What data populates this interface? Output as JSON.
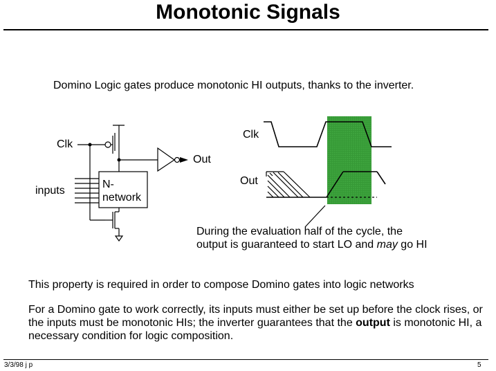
{
  "slide": {
    "title": "Monotonic Signals",
    "intro": "Domino Logic gates produce monotonic HI outputs, thanks to the inverter.",
    "circuit": {
      "clk_label": "Clk",
      "inputs_label": "inputs",
      "out_label": "Out",
      "nnetwork_line1": "N-",
      "nnetwork_line2": "network"
    },
    "waveform": {
      "clk_label": "Clk",
      "out_label": "Out",
      "highlight_color": "#3ea33e"
    },
    "annotation": {
      "line1": "During the evaluation half of the cycle, the",
      "line2_pre": "output is guaranteed to start LO and ",
      "line2_em": "may",
      "line2_post": " go HI"
    },
    "para1": "This property is required in order to compose Domino gates into logic networks",
    "para2": {
      "pre": "For a Domino gate to work correctly, its inputs must either be set up before the clock rises, or the inputs must be monotonic HIs; the inverter guarantees that the ",
      "bold": "output",
      "post": " is monotonic HI, a necessary condition for logic composition."
    },
    "footer": {
      "left": "3/3/98  j p",
      "right": "5"
    }
  }
}
